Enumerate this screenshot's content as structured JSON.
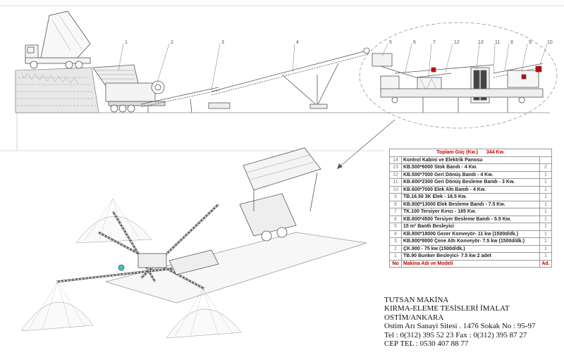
{
  "parts_table": {
    "total_label": "Toplam Güç (Kw.)",
    "total_value": "344 Kw.",
    "rows": [
      {
        "no": "14",
        "name": "Kontrol Kabini ve Elektrik Panosu",
        "qty": ""
      },
      {
        "no": "13",
        "name": "KB.500*6000 Stok Bandı - 4 Kw.",
        "qty": "2"
      },
      {
        "no": "12",
        "name": "KB.500*7000 Geri Dönüş Bandı - 4 Kw.",
        "qty": "1"
      },
      {
        "no": "11",
        "name": "KB.600*2300 Geri Dönüş Besleme Bandı - 3 Kw.",
        "qty": "1"
      },
      {
        "no": "10",
        "name": "KB.600*7000 Elek Altı Bandı - 4 Kw.",
        "qty": "1"
      },
      {
        "no": "9",
        "name": "TB.16.50 3K Elek - 18.5 Kw.",
        "qty": "1"
      },
      {
        "no": "8",
        "name": "KB.800*13000 Elek Besleme Bandı - 7.5 Kw.",
        "qty": "1"
      },
      {
        "no": "7",
        "name": "TK.100 Tersiyer Kırıcı - 185 Kw.",
        "qty": "1"
      },
      {
        "no": "6",
        "name": "KB.800*4500 Tersiyer Besleme Bandı - 5.5 Kw.",
        "qty": "1"
      },
      {
        "no": "5",
        "name": "15 m³ Bantlı Besleyici",
        "qty": "1"
      },
      {
        "no": "4",
        "name": "KB.800*18000 Gezer Konveyör- 11 kw (1500d/dk.)",
        "qty": "1"
      },
      {
        "no": "3",
        "name": "KB.800*8000 Çene Altı Konveyör- 7.5 kw (1500d/dk.)",
        "qty": "1"
      },
      {
        "no": "2",
        "name": "ÇK.900 - 75 kw (1500d/dk.)",
        "qty": "1"
      },
      {
        "no": "1",
        "name": "TB.90 Bunker Besleyici- 7.5 kw 2 adet",
        "qty": "1"
      }
    ],
    "header": {
      "no": "No",
      "name": "Makina Adı ve Modeli",
      "qty": "Ad."
    }
  },
  "callouts": [
    "1",
    "2",
    "3",
    "4",
    "5",
    "6",
    "7",
    "12",
    "13",
    "11",
    "8",
    "9",
    "10"
  ],
  "company": {
    "name": "TUTSAN MAKİNA",
    "activity": "KIRMA-ELEME TESİSLERİ İMALAT",
    "city": "OSTİM/ANKARA",
    "address": "Ostim Arı Sanayi Sitesi . 1476 Sokak No : 95-97",
    "tel_fax": "Tel : 0(312) 395 52 23 Fax : 0(312) 395 87 27",
    "gsm": "CEP TEL : 0530 407 88 77"
  }
}
